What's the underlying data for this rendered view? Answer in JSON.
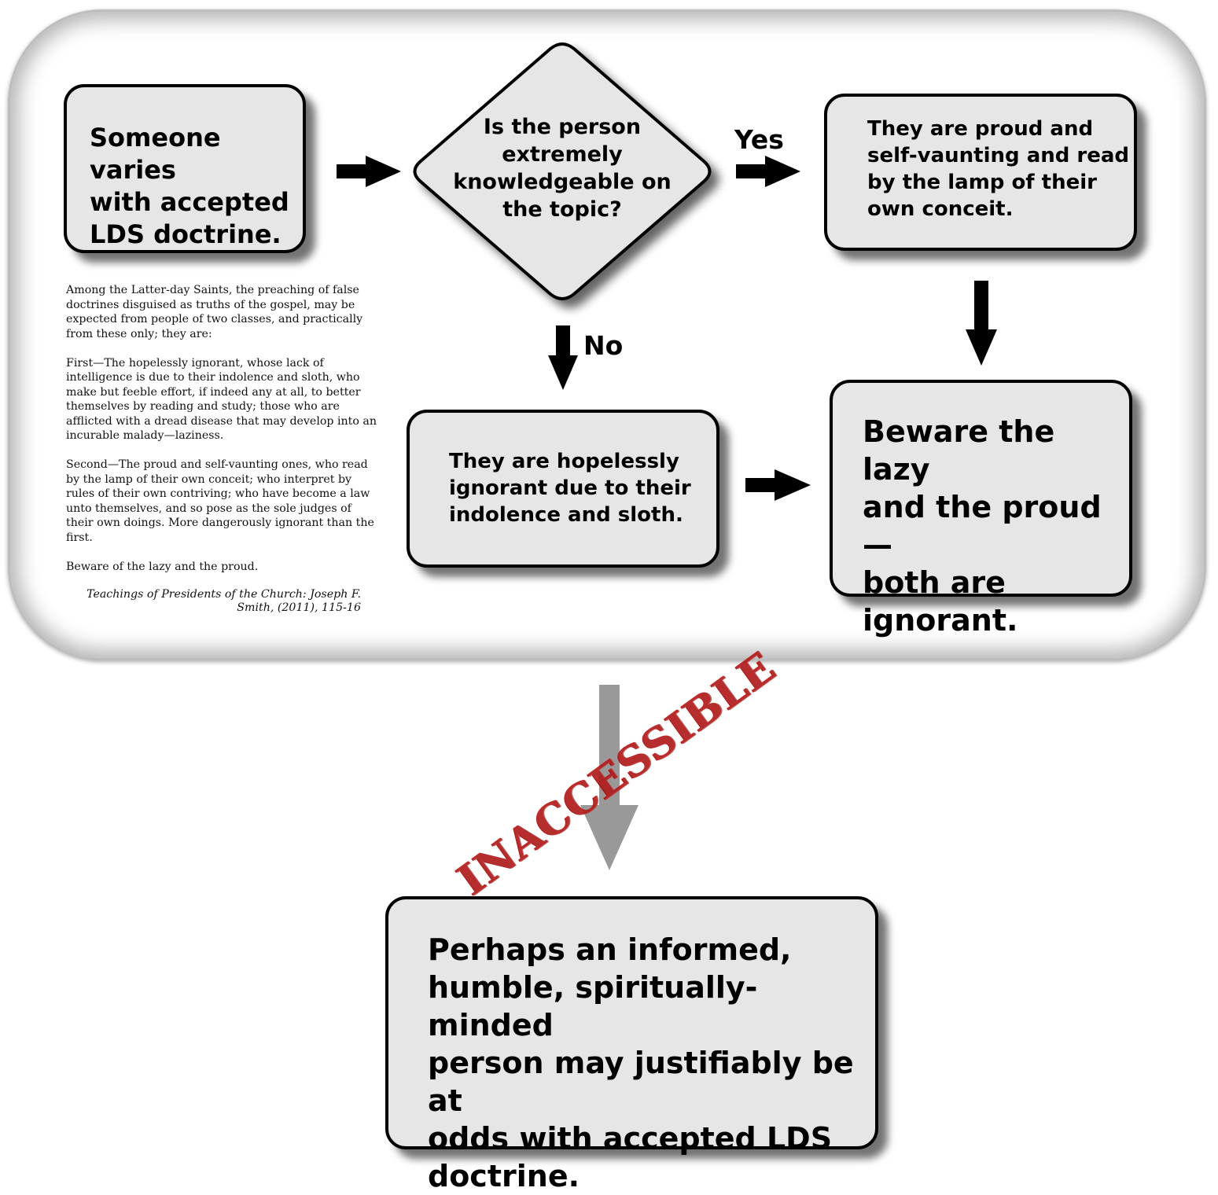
{
  "flow": {
    "start": [
      "Someone varies",
      "with accepted",
      "LDS doctrine."
    ],
    "question": [
      "Is the person",
      "extremely",
      "knowledgeable on",
      "the topic?"
    ],
    "yes_label": "Yes",
    "no_label": "No",
    "proud": [
      "They are proud and",
      "self-vaunting and read",
      "by the lamp of their",
      "own conceit."
    ],
    "ignorant": [
      "They are hopelessly",
      "ignorant due to their",
      "indolence and sloth."
    ],
    "beware": [
      "Beware the lazy",
      "and the proud—",
      "both are",
      "ignorant."
    ],
    "perhaps": [
      "Perhaps an informed,",
      "humble, spiritually-minded",
      "person may justifiably be at",
      "odds with accepted LDS",
      "doctrine."
    ]
  },
  "quote": {
    "p1": "Among the Latter-day Saints, the preaching of false doctrines disguised as truths of the gospel, may be expected from people of two classes, and practically from these only; they are:",
    "p2": "First—The hopelessly ignorant, whose lack of intelligence is due to their indolence and sloth, who make but feeble effort, if indeed any at all, to better themselves by reading and study; those who are afflicted with a dread disease that may develop into an incurable malady—laziness.",
    "p3": "Second—The proud and self-vaunting ones, who read by the lamp of their own conceit; who interpret by rules of their own contriving; who have become a law unto themselves, and so pose as the sole judges of their own doings. More dangerously ignorant than the first.",
    "p4": "Beware of the lazy and the proud.",
    "citation": "Teachings of Presidents of the Church: Joseph F. Smith, (2011), 115-16"
  },
  "stamp": "INACCESSIBLE",
  "colors": {
    "box_fill": "#e6e6e6",
    "stamp_red": "#b01c1c",
    "gray_arrow": "#999999"
  }
}
